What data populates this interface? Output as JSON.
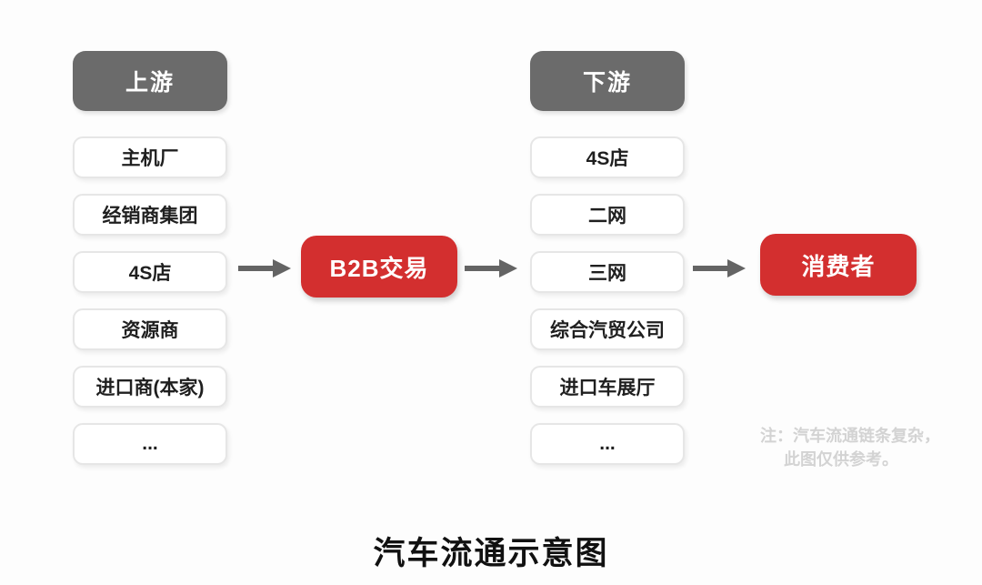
{
  "diagram": {
    "title": "汽车流通示意图",
    "note": {
      "line1": "注：汽车流通链条复杂，",
      "line2": "此图仅供参考。"
    },
    "upstream": {
      "header": "上游",
      "items": [
        "主机厂",
        "经销商集团",
        "4S店",
        "资源商",
        "进口商(本家)",
        "..."
      ]
    },
    "downstream": {
      "header": "下游",
      "items": [
        "4S店",
        "二网",
        "三网",
        "综合汽贸公司",
        "进口车展厅",
        "..."
      ]
    },
    "b2b_label": "B2B交易",
    "consumer_label": "消费者",
    "icons": {
      "arrow": "right-arrow"
    },
    "colors": {
      "header_bg": "#6b6b6b",
      "red_bg": "#d32f2f",
      "arrow": "#646464",
      "box_border": "#e6e6e6",
      "note_text": "#d3d3d3",
      "background": "#fdfdfd"
    }
  }
}
